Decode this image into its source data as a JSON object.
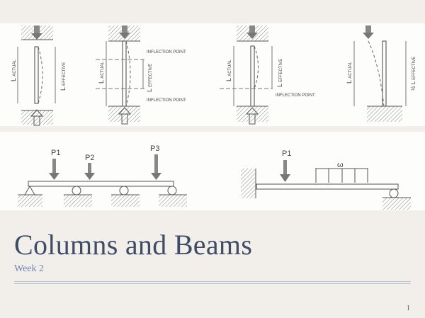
{
  "slide": {
    "title": "Columns and Beams",
    "subtitle": "Week 2",
    "page_number": "1"
  },
  "figures": {
    "columns": {
      "l_actual": "L",
      "actual_sub": "ACTUAL",
      "l_effective": "L",
      "effective_sub": "EFFECTIVE",
      "inflection_point": "INFLECTION POINT",
      "half_l": "½ L"
    },
    "beams": {
      "p1": "P1",
      "p2": "P2",
      "p3": "P3",
      "w": "ω"
    }
  }
}
